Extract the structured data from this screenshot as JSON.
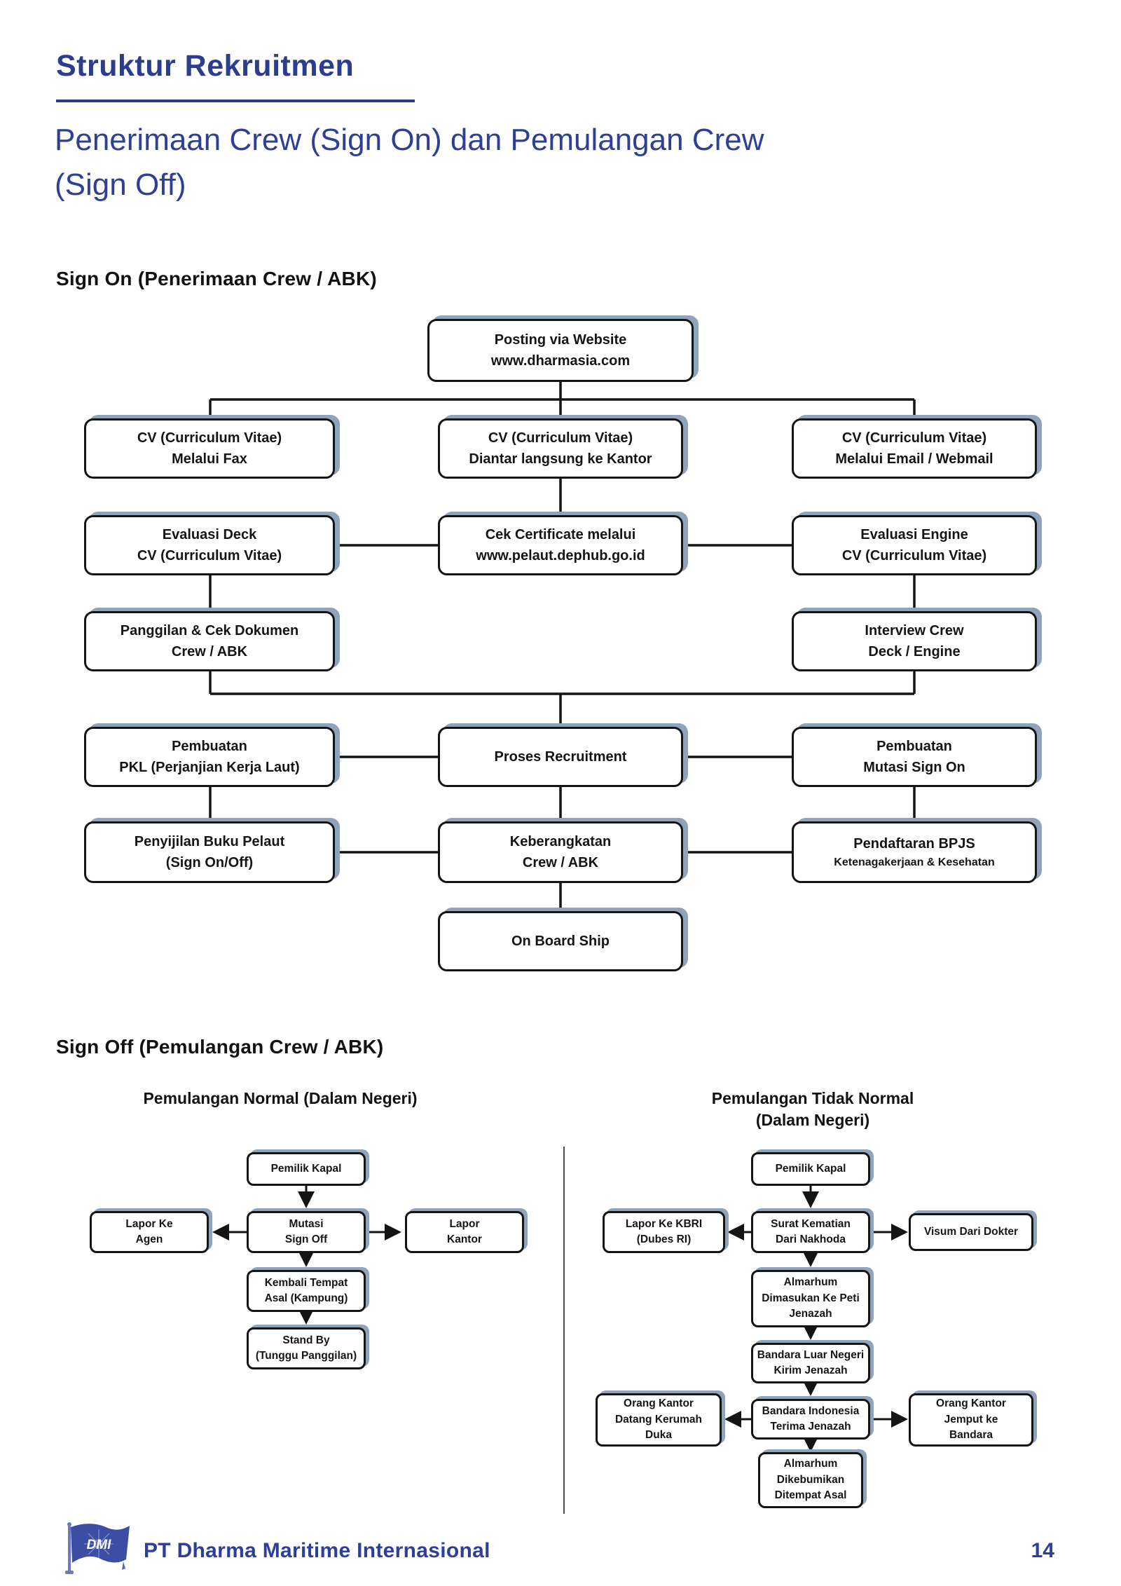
{
  "page": {
    "title": "Struktur Rekruitmen",
    "subtitle_line1": "Penerimaan Crew (Sign On) dan Pemulangan Crew",
    "subtitle_line2": "(Sign Off)"
  },
  "colors": {
    "title_blue": "#2b3e8e",
    "subtitle_blue": "#2e4094",
    "footer_blue": "#2e3f9a",
    "flag_blue": "#3b4ea3",
    "box_border": "#141414",
    "box_shadow_gray_blue": "#8fa3bb"
  },
  "sign_on": {
    "heading": "Sign On (Penerimaan Crew / ABK)",
    "nodes": {
      "posting": {
        "l1": "Posting via Website",
        "l2": "www.dharmasia.com"
      },
      "cv_fax": {
        "l1": "CV (Curriculum Vitae)",
        "l2": "Melalui Fax"
      },
      "cv_kantor": {
        "l1": "CV (Curriculum Vitae)",
        "l2": "Diantar langsung ke Kantor"
      },
      "cv_email": {
        "l1": "CV (Curriculum Vitae)",
        "l2": "Melalui Email / Webmail"
      },
      "evaluasi_deck": {
        "l1": "Evaluasi Deck",
        "l2": "CV (Curriculum Vitae)"
      },
      "cek_certificate": {
        "l1": "Cek Certificate melalui",
        "l2": "www.pelaut.dephub.go.id"
      },
      "evaluasi_engine": {
        "l1": "Evaluasi Engine",
        "l2": "CV (Curriculum Vitae)"
      },
      "panggilan": {
        "l1": "Panggilan & Cek Dokumen",
        "l2": "Crew / ABK"
      },
      "interview": {
        "l1": "Interview Crew",
        "l2": "Deck / Engine"
      },
      "pembuatan_pkl": {
        "l1": "Pembuatan",
        "l2": "PKL (Perjanjian Kerja Laut)"
      },
      "proses": {
        "l1": "Proses Recruitment"
      },
      "mutasi_sign_on": {
        "l1": "Pembuatan",
        "l2": "Mutasi Sign On"
      },
      "penyijilan": {
        "l1": "Penyijilan Buku Pelaut",
        "l2": "(Sign On/Off)"
      },
      "keberangkatan": {
        "l1": "Keberangkatan",
        "l2": "Crew / ABK"
      },
      "bpjs": {
        "l1": "Pendaftaran BPJS",
        "l2": "Ketenagakerjaan & Kesehatan"
      },
      "onboard": {
        "l1": "On Board Ship"
      }
    }
  },
  "sign_off": {
    "heading": "Sign Off (Pemulangan Crew / ABK)",
    "normal": {
      "subheading": "Pemulangan Normal (Dalam Negeri)",
      "nodes": {
        "pemilik": {
          "l1": "Pemilik Kapal"
        },
        "mutasi": {
          "l1": "Mutasi",
          "l2": "Sign Off"
        },
        "lapor_agen": {
          "l1": "Lapor Ke",
          "l2": "Agen"
        },
        "lapor_kantor": {
          "l1": "Lapor",
          "l2": "Kantor"
        },
        "kembali": {
          "l1": "Kembali Tempat",
          "l2": "Asal (Kampung)"
        },
        "standby": {
          "l1": "Stand By",
          "l2": "(Tunggu Panggilan)"
        }
      }
    },
    "tidak_normal": {
      "subheading_line1": "Pemulangan Tidak Normal",
      "subheading_line2": "(Dalam Negeri)",
      "nodes": {
        "pemilik": {
          "l1": "Pemilik Kapal"
        },
        "surat": {
          "l1": "Surat Kematian",
          "l2": "Dari Nakhoda"
        },
        "kbri": {
          "l1": "Lapor Ke KBRI",
          "l2": "(Dubes RI)"
        },
        "visum": {
          "l1": "Visum Dari Dokter"
        },
        "peti": {
          "l1": "Almarhum",
          "l2": "Dimasukan Ke Peti",
          "l3": "Jenazah"
        },
        "bandara_luar": {
          "l1": "Bandara Luar Negeri",
          "l2": "Kirim Jenazah"
        },
        "bandara_indo": {
          "l1": "Bandara Indonesia",
          "l2": "Terima Jenazah"
        },
        "rumah_duka": {
          "l1": "Orang Kantor",
          "l2": "Datang Kerumah",
          "l3": "Duka"
        },
        "jemput": {
          "l1": "Orang Kantor",
          "l2": "Jemput ke",
          "l3": "Bandara"
        },
        "dikebumikan": {
          "l1": "Almarhum",
          "l2": "Dikebumikan",
          "l3": "Ditempat Asal"
        }
      }
    }
  },
  "footer": {
    "logo_text": "DMI",
    "company": "PT Dharma Maritime Internasional",
    "page_number": "14"
  }
}
